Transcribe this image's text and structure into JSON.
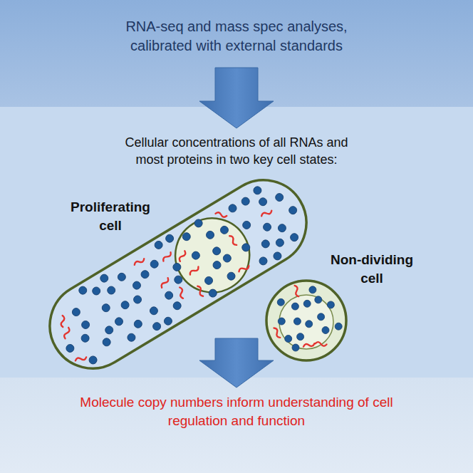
{
  "diagram": {
    "nodes": [
      {
        "text": [
          "RNA-seq and mass spec analyses, calibrated with external standards"
        ]
      },
      {
        "text": [
          "Cellular concentrations of all RNAs and most proteins in two key cell states:"
        ]
      },
      {
        "text": [
          "Proliferating cell"
        ],
        "in": 1
      },
      {
        "text": [
          "Non-dividing cell"
        ],
        "in": 1
      },
      {
        "text": [
          "Molecule copy numbers inform understanding of cell regulation and function"
        ]
      }
    ],
    "edges": [
      {
        "from": 0,
        "to": 1,
        "arrow": "to"
      },
      {
        "from": 1,
        "to": 4,
        "arrow": "to"
      }
    ]
  }
}
